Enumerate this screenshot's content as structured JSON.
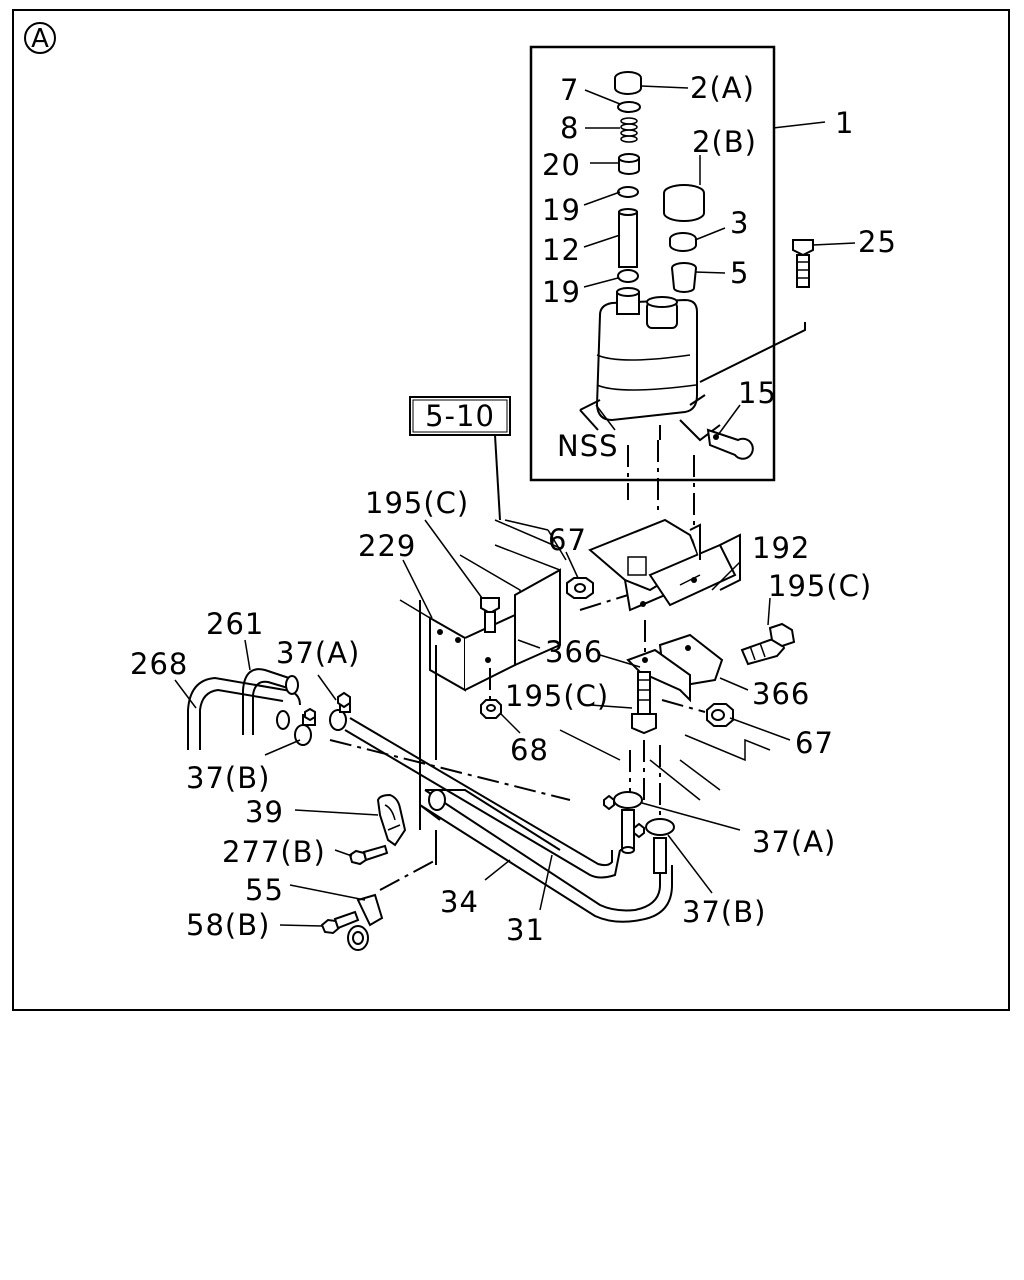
{
  "view_marker": "A",
  "reference_box": "5-10",
  "callouts": {
    "p1": "1",
    "p2a": "2(A)",
    "p2b": "2(B)",
    "p3": "3",
    "p5": "5",
    "p7": "7",
    "p8": "8",
    "p12": "12",
    "p15": "15",
    "p19a": "19",
    "p19b": "19",
    "p20": "20",
    "p25": "25",
    "nss": "NSS",
    "p31": "31",
    "p34": "34",
    "p37a_left": "37(A)",
    "p37b_left": "37(B)",
    "p37a_right": "37(A)",
    "p37b_right": "37(B)",
    "p39": "39",
    "p55": "55",
    "p58b": "58(B)",
    "p67_top": "67",
    "p67_right": "67",
    "p68": "68",
    "p192": "192",
    "p195c_top": "195(C)",
    "p195c_right": "195(C)",
    "p195c_mid": "195(C)",
    "p229": "229",
    "p261": "261",
    "p268": "268",
    "p277b": "277(B)",
    "p366_left": "366",
    "p366_right": "366"
  }
}
